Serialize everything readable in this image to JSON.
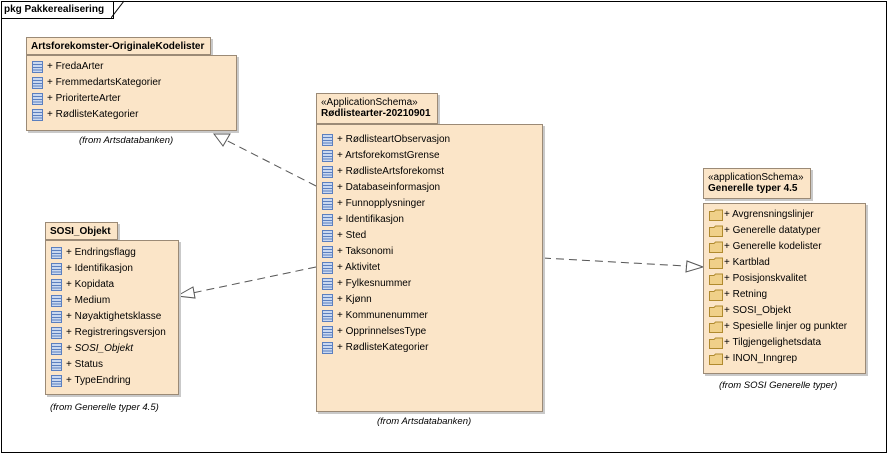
{
  "frame": {
    "title": "pkg Pakkerealisering"
  },
  "packages": {
    "artsfor": {
      "name": "Artsforekomster-OriginaleKodelister",
      "from": "(from Artsdatabanken)",
      "items": [
        "+ FredaArter",
        "+ FremmedartsKategorier",
        "+ PrioriterteArter",
        "+ RødlisteKategorier"
      ]
    },
    "sosi": {
      "name": "SOSI_Objekt",
      "from": "(from Generelle typer 4.5)",
      "items": [
        "+ Endringsflagg",
        "+ Identifikasjon",
        "+ Kopidata",
        "+ Medium",
        "+ Nøyaktighetsklasse",
        "+ Registreringsversjon",
        "+ SOSI_Objekt",
        "+ Status",
        "+ TypeEndring"
      ]
    },
    "rodliste": {
      "stereotype": "«ApplicationSchema»",
      "name": "Rødlistearter-20210901",
      "from": "(from Artsdatabanken)",
      "items": [
        "+ RødlisteartObservasjon",
        "+ ArtsforekomstGrense",
        "+ RødlisteArtsforekomst",
        "+ Databaseinformasjon",
        "+ Funnopplysninger",
        "+ Identifikasjon",
        "+ Sted",
        "+ Taksonomi",
        "+ Aktivitet",
        "+ Fylkesnummer",
        "+ Kjønn",
        "+ Kommunenummer",
        "+ OpprinnelsesType",
        "+ RødlisteKategorier"
      ]
    },
    "generelle": {
      "stereotype": "«applicationSchema»",
      "name": "Generelle typer 4.5",
      "from": "(from SOSI Generelle typer)",
      "items": [
        "+ Avgrensningslinjer",
        "+ Generelle datatyper",
        "+ Generelle kodelister",
        "+ Kartblad",
        "+ Posisjonskvalitet",
        "+ Retning",
        "+ SOSI_Objekt",
        "+ Spesielle linjer og punkter",
        "+ Tilgjengelighetsdata",
        "+ INON_Inngrep"
      ]
    }
  },
  "icons": {
    "class_item": "class-icon",
    "package_item": "folder-icon"
  },
  "colors": {
    "package_fill": "#fbe5c8",
    "package_border": "#9b8a76",
    "class_icon": "#5b7fbf",
    "folder_icon": "#e8c36a"
  }
}
